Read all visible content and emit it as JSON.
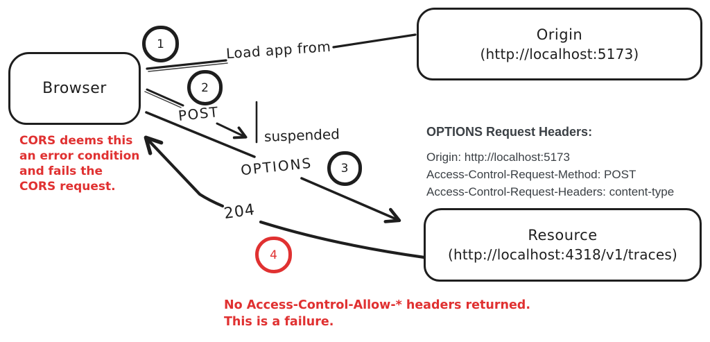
{
  "colors": {
    "ink": "#1e1e1e",
    "accent_red": "#e03131",
    "header_text": "#3b4045",
    "background": "#ffffff"
  },
  "nodes": {
    "browser": {
      "label": "Browser"
    },
    "origin": {
      "name": "Origin",
      "url": "(http://localhost:5173)"
    },
    "resource": {
      "name": "Resource",
      "url": "(http://localhost:4318/v1/traces)"
    }
  },
  "step_badges": {
    "one": "1",
    "two": "2",
    "three": "3",
    "four": "4"
  },
  "edge_labels": {
    "load_app": "Load app from",
    "post": "POST",
    "suspended": "suspended",
    "options": "OPTIONS",
    "status": "204"
  },
  "notes": {
    "cors_fail": {
      "line1": "CORS deems this",
      "line2": "an error condition",
      "line3": "and fails the",
      "line4": "CORS request."
    },
    "request_headers": {
      "title": "OPTIONS Request Headers:",
      "line1": "Origin: http://localhost:5173",
      "line2": "Access-Control-Request-Method: POST",
      "line3": "Access-Control-Request-Headers: content-type"
    },
    "failure": {
      "line1": "No Access-Control-Allow-* headers returned.",
      "line2": "This is a failure."
    }
  }
}
